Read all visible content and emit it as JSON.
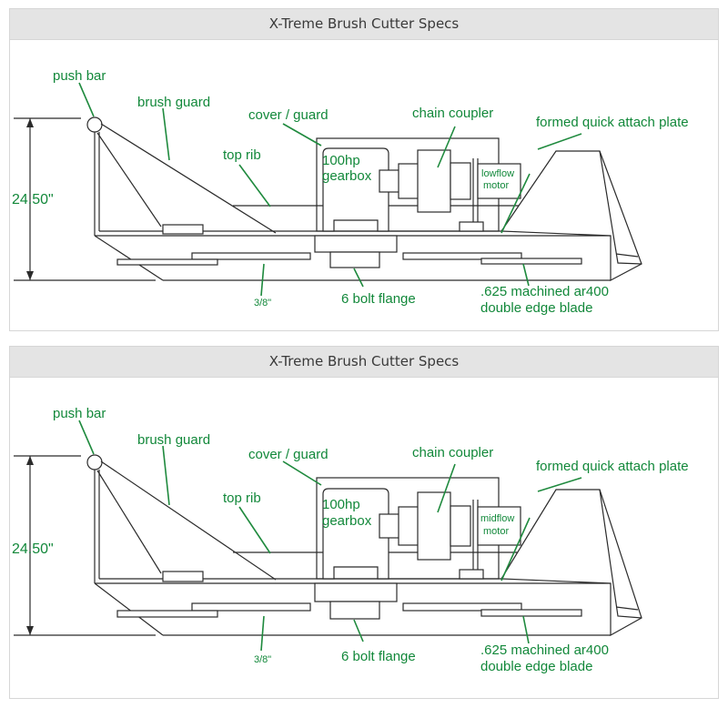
{
  "panels": [
    {
      "title": "X-Treme Brush Cutter Specs",
      "labels": {
        "push_bar": "push bar",
        "brush_guard": "brush guard",
        "cover_guard": "cover / guard",
        "chain_coupler": "chain coupler",
        "formed_plate": "formed quick attach plate",
        "top_rib": "top rib",
        "gearbox_line1": "100hp",
        "gearbox_line2": "gearbox",
        "motor_line1": "lowflow",
        "motor_line2": "motor",
        "height_dim": "24.50\"",
        "thickness": "3/8\"",
        "bolt_flange": "6 bolt flange",
        "blade_line1": ".625 machined ar400",
        "blade_line2": "double edge blade"
      }
    },
    {
      "title": "X-Treme Brush Cutter Specs",
      "labels": {
        "push_bar": "push bar",
        "brush_guard": "brush guard",
        "cover_guard": "cover / guard",
        "chain_coupler": "chain coupler",
        "formed_plate": "formed quick attach plate",
        "top_rib": "top rib",
        "gearbox_line1": "100hp",
        "gearbox_line2": "gearbox",
        "motor_line1": "midflow",
        "motor_line2": "motor",
        "height_dim": "24.50\"",
        "thickness": "3/8\"",
        "bolt_flange": "6 bolt flange",
        "blade_line1": ".625 machined ar400",
        "blade_line2": "double edge blade"
      }
    }
  ],
  "colors": {
    "label_green": "#12883a",
    "line_dark": "#2b2b2b",
    "header_bg": "#e4e4e4"
  }
}
